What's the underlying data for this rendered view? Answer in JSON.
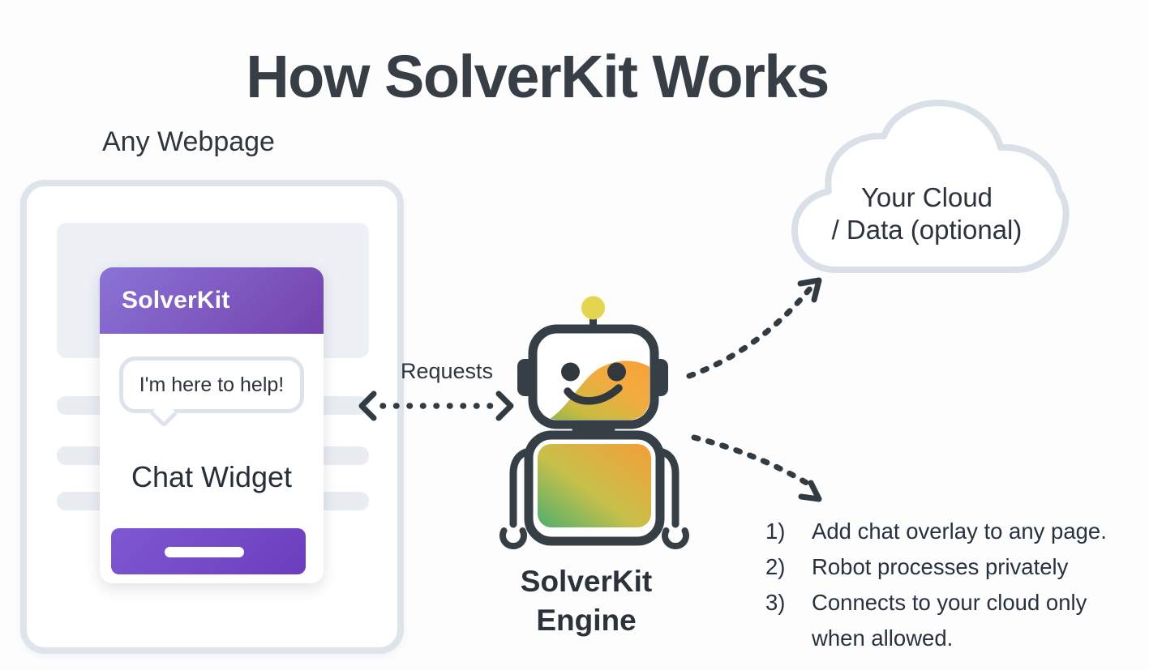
{
  "title": "How SolverKit Works",
  "webpage": {
    "label": "Any Webpage",
    "widget": {
      "header_title": "SolverKit",
      "bubble_text": "I'm here to help!",
      "caption": "Chat Widget"
    }
  },
  "arrows": {
    "requests_label": "Requests"
  },
  "engine_label": {
    "line1": "SolverKit",
    "line2": "Engine"
  },
  "cloud_label": {
    "line1": "Your Cloud",
    "line2": "/ Data (optional)"
  },
  "steps": [
    {
      "num": "1)",
      "text": "Add chat overlay to any page."
    },
    {
      "num": "2)",
      "text": "Robot processes privately"
    },
    {
      "num": "3)",
      "text": "Connects to your cloud only when allowed."
    }
  ],
  "colors": {
    "outline_dark": "#373f46",
    "text_dark": "#2b333d",
    "title_color": "#373e45",
    "purple_header_start": "#8a73d7",
    "purple_header_end": "#7442ac",
    "purple_button_start": "#7e58d2",
    "purple_button_end": "#6c3dbd",
    "robot_body_green": "#53ad68",
    "robot_body_yellow": "#c8c04a",
    "robot_body_orange": "#f3a03b",
    "antenna_yellow": "#e5d450",
    "frame_border": "#dee4ec",
    "panel_gray": "#edf0f5",
    "bubble_border": "#dde3ec",
    "cloud_border": "#d9e0e8"
  }
}
